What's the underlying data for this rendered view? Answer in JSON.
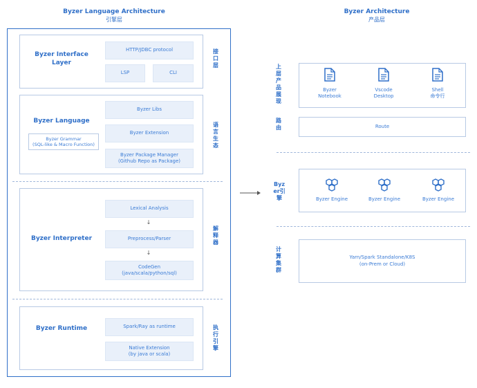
{
  "left": {
    "title": "Byzer Language Architecture",
    "subtitle": "引擎层",
    "interface": {
      "name": "Byzer Interface\nLayer",
      "items": [
        "HTTP/JDBC protocol",
        "LSP",
        "CLI"
      ],
      "side": "接口层"
    },
    "language": {
      "name": "Byzer Language",
      "grammar": "Byzer Grammar\n(SQL-like & Macro Function)",
      "items": [
        "Byzer Libs",
        "Byzer Extension",
        "Byzer Package Manager\n(Github Repo as Package)"
      ],
      "side": "语言生态"
    },
    "interpreter": {
      "name": "Byzer Interpreter",
      "items": [
        "Lexical Analysis",
        "Preprocess/Parser",
        "CodeGen\n(java/scala/python/sql)"
      ],
      "side": "解释器"
    },
    "runtime": {
      "name": "Byzer Runtime",
      "items": [
        "Spark/Ray as runtime",
        "Native Extension\n(by java or scala)"
      ],
      "side": "执行引擎"
    }
  },
  "right": {
    "title": "Byzer Architecture",
    "subtitle": "产品层",
    "product": {
      "side": "上层产品展现",
      "items": [
        "Byzer\nNotebook",
        "Vscode\nDesktop",
        "Shell\n命令行"
      ]
    },
    "route": {
      "side": "路由",
      "label": "Route"
    },
    "engine": {
      "side": "Byzer引擎",
      "items": [
        "Byzer Engine",
        "Byzer Engine",
        "Byzer Engine"
      ]
    },
    "compute": {
      "side": "计算集群",
      "label": "Yarn/Spark Standalone/K8S\n(on-Prem or Cloud)"
    }
  },
  "colors": {
    "accent": "#2f6fc8",
    "inner_fill": "#e9f0fa",
    "border": "#b7c9e4"
  }
}
